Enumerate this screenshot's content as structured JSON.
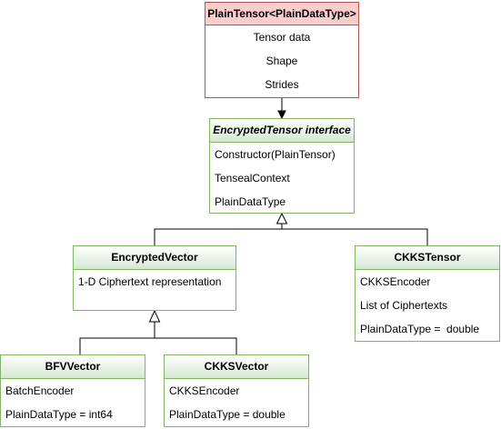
{
  "plain_tensor": {
    "title": "PlainTensor<PlainDataType>",
    "fields": [
      "Tensor data",
      "Shape",
      "Strides"
    ]
  },
  "encrypted_tensor": {
    "title": "EncryptedTensor interface",
    "fields": [
      "Constructor(PlainTensor)",
      "TensealContext",
      "PlainDataType"
    ]
  },
  "encrypted_vector": {
    "title": "EncryptedVector",
    "fields": [
      "1-D Ciphertext representation"
    ]
  },
  "ckks_tensor": {
    "title": "CKKSTensor",
    "fields": [
      "CKKSEncoder",
      "List of Ciphertexts",
      "PlainDataType =  double"
    ]
  },
  "bfv_vector": {
    "title": "BFVVector",
    "fields": [
      "BatchEncoder",
      "PlainDataType = int64"
    ]
  },
  "ckks_vector": {
    "title": "CKKSVector",
    "fields": [
      "CKKSEncoder",
      "PlainDataType = double"
    ]
  },
  "colors": {
    "green_border": "#82b366",
    "green_fill": "#d5e8d4",
    "pink_border": "#b85450",
    "pink_fill": "#f8cecc"
  }
}
